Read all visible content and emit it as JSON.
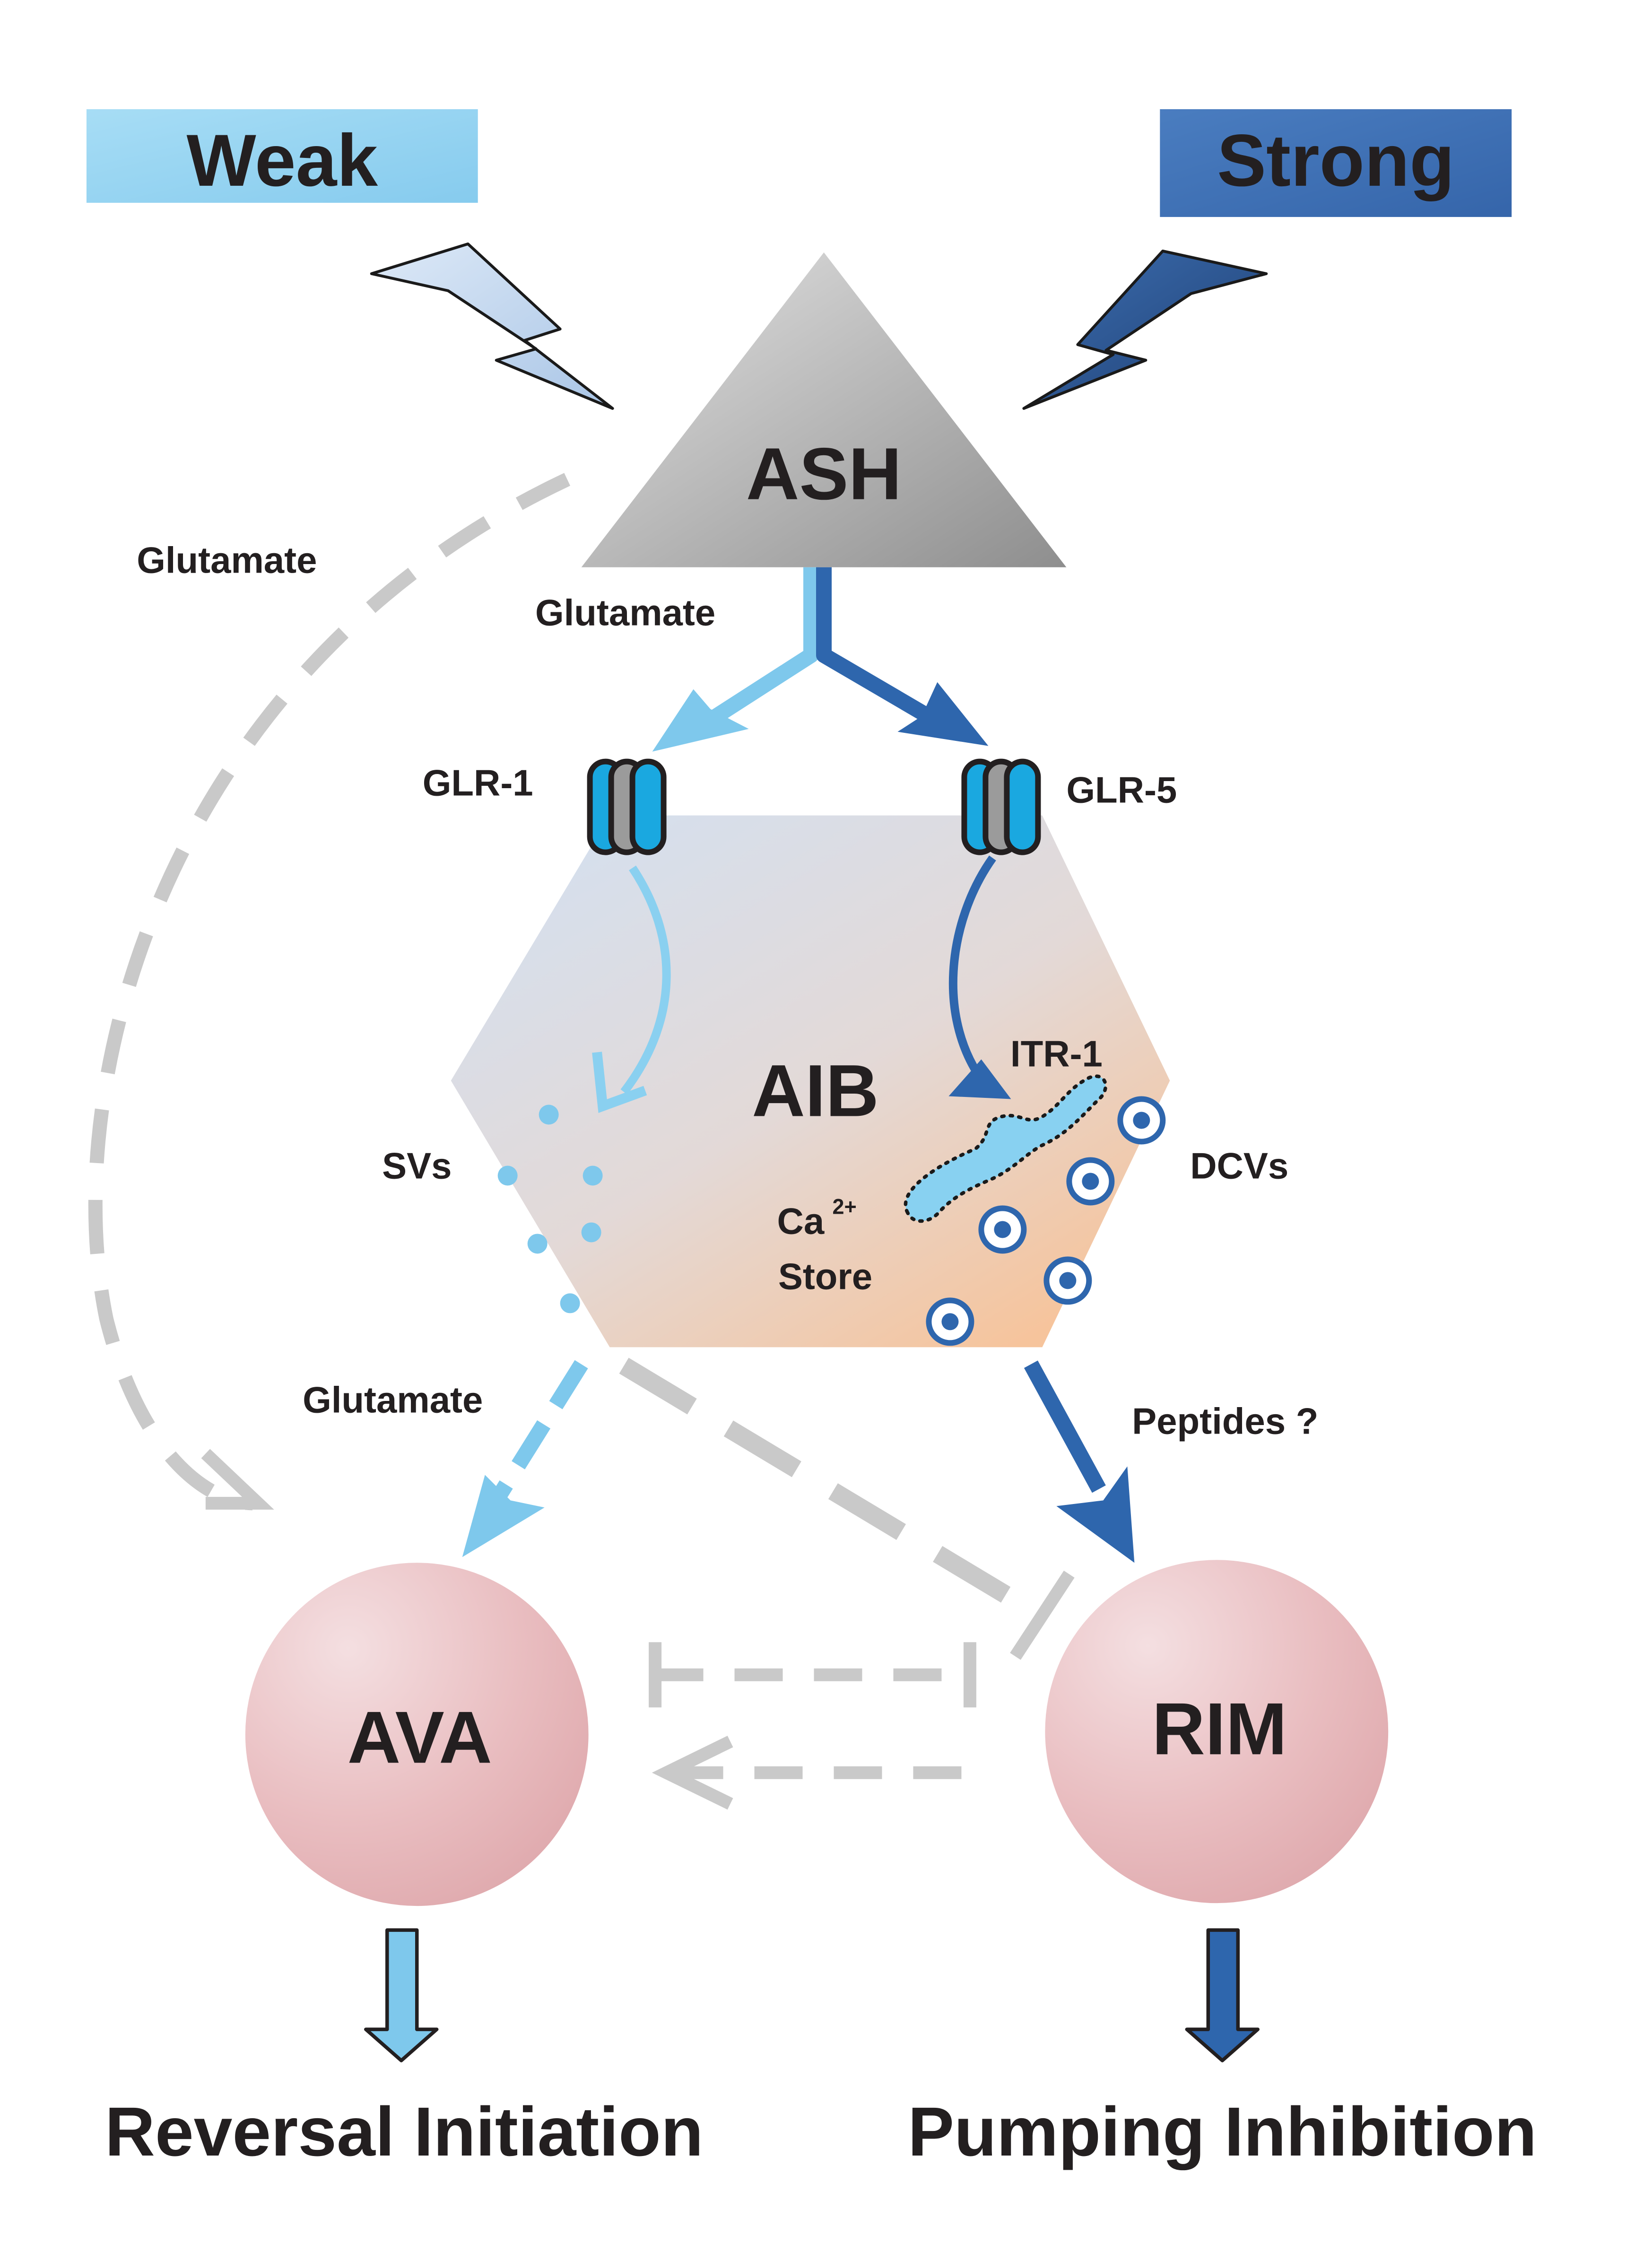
{
  "stimuli": {
    "weak": {
      "label": "Weak",
      "color": "#93d3f1"
    },
    "strong": {
      "label": "Strong",
      "color": "#3e70b4"
    }
  },
  "neurons": {
    "ash": "ASH",
    "aib": "AIB",
    "ava": "AVA",
    "rim": "RIM"
  },
  "receptors": {
    "glr1": "GLR-1",
    "glr5": "GLR-5"
  },
  "labels": {
    "glutamate_left": "Glutamate",
    "glutamate_center": "Glutamate",
    "glutamate_bottom": "Glutamate",
    "itr1": "ITR-1",
    "svs": "SVs",
    "dcvs": "DCVs",
    "ca_store_ca": "Ca",
    "ca_store_sup": "2+",
    "ca_store_store": "Store",
    "peptides": "Peptides ?"
  },
  "outcomes": {
    "reversal": "Reversal Initiation",
    "pumping": "Pumping Inhibition"
  },
  "colors": {
    "light_blue": "#7ec8ec",
    "dark_blue": "#2e66ad",
    "gray_dashed": "#c9c9c9",
    "neuron_pink": "#e8b5b8"
  }
}
